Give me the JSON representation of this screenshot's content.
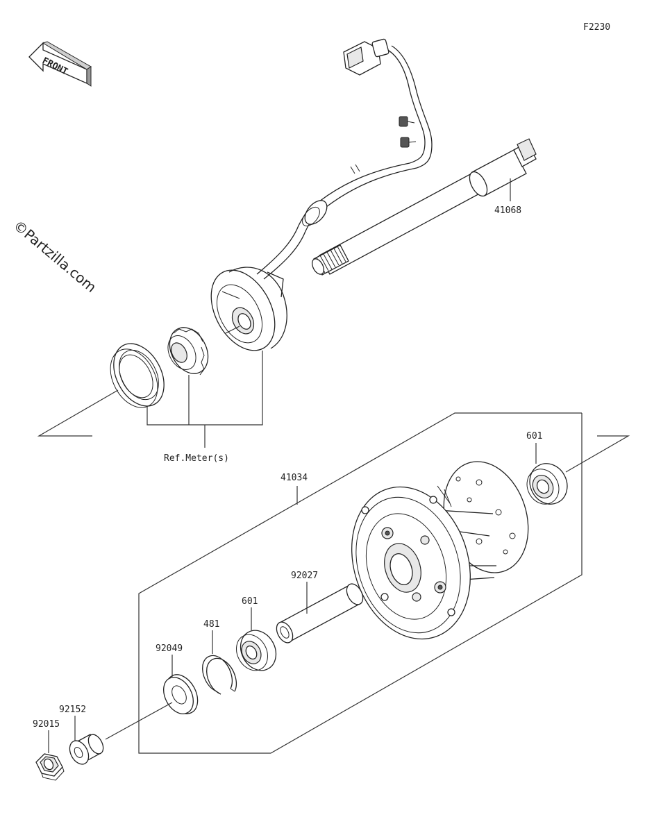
{
  "diagram": {
    "figure_code": "F2230",
    "watermark": "©Partzilla.com",
    "front_indicator": "FRONT",
    "labels": {
      "axle": "41068",
      "ref_meter": "Ref.Meter(s)",
      "hub": "41034",
      "bearing_right": "601",
      "spacer_tube": "92027",
      "bearing_left": "601",
      "circlip": "481",
      "seal": "92049",
      "collar": "92152",
      "nut": "92015"
    }
  }
}
